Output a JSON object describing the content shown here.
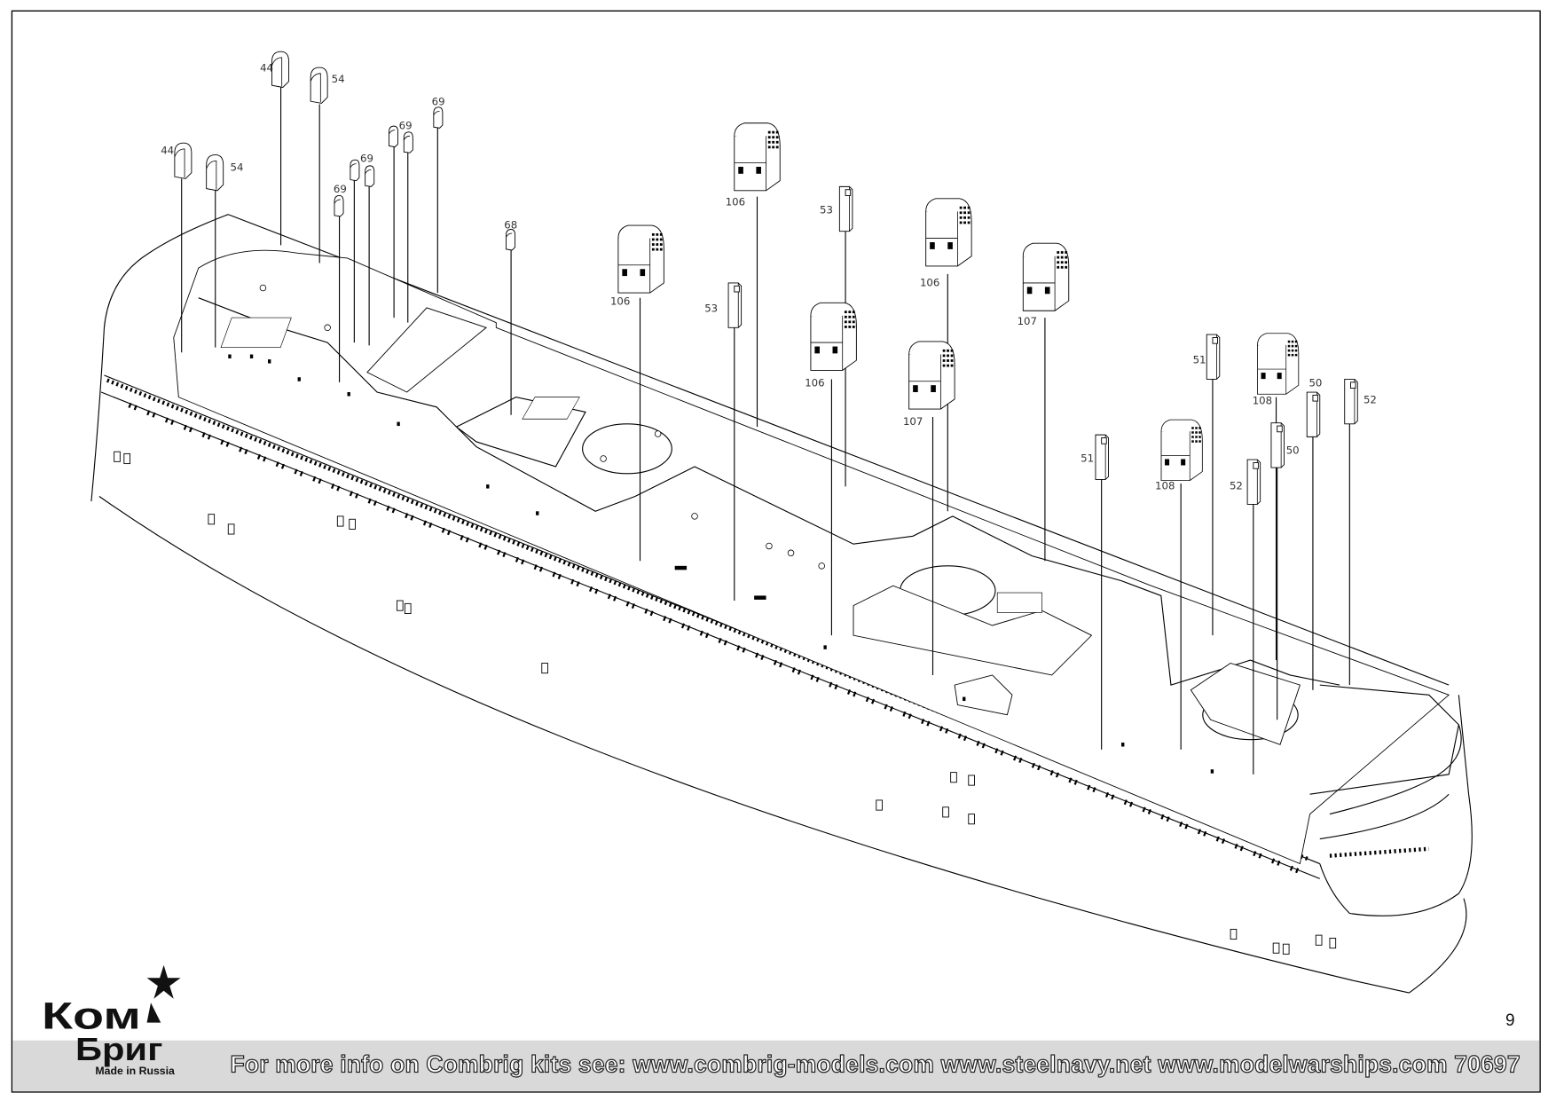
{
  "page_number": "9",
  "footer": {
    "info_text": "For more info on Combrig kits see: www.combrig-models.com www.steelnavy.net  www.modelwarships.com  70697"
  },
  "logo": {
    "line1": "Ком",
    "line2": "Бриг",
    "tagline": "Made in Russia"
  },
  "part_labels": [
    {
      "id": "44"
    },
    {
      "id": "54"
    },
    {
      "id": "44"
    },
    {
      "id": "54"
    },
    {
      "id": "69"
    },
    {
      "id": "69"
    },
    {
      "id": "69"
    },
    {
      "id": "69"
    },
    {
      "id": "68"
    },
    {
      "id": "106"
    },
    {
      "id": "106"
    },
    {
      "id": "53"
    },
    {
      "id": "53"
    },
    {
      "id": "106"
    },
    {
      "id": "106"
    },
    {
      "id": "107"
    },
    {
      "id": "107"
    },
    {
      "id": "51"
    },
    {
      "id": "51"
    },
    {
      "id": "108"
    },
    {
      "id": "108"
    },
    {
      "id": "50"
    },
    {
      "id": "50"
    },
    {
      "id": "52"
    },
    {
      "id": "52"
    }
  ]
}
